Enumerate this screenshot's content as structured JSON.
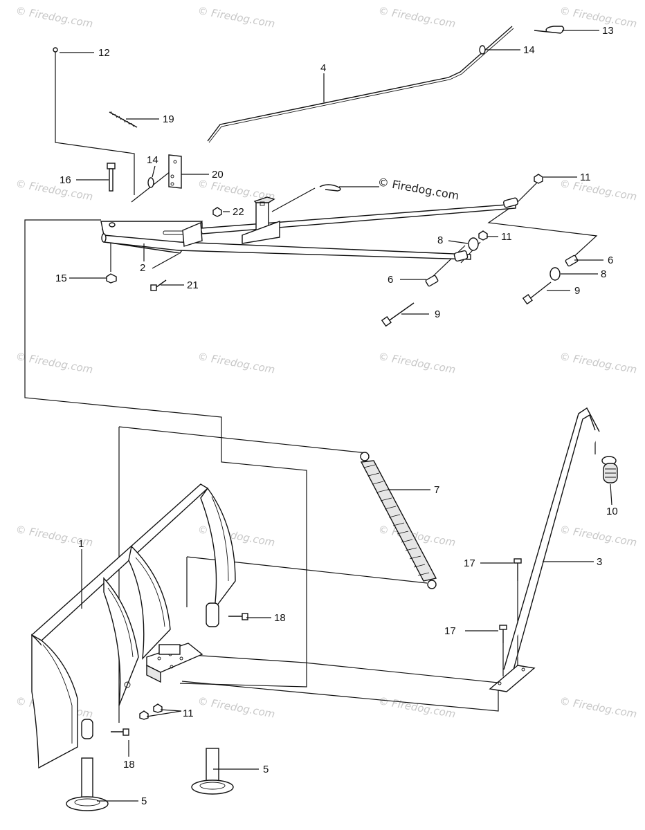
{
  "watermark": {
    "text": "© Firedog.com",
    "center_text": "© Firedog.com"
  },
  "callouts": [
    {
      "id": "c1",
      "label": "1"
    },
    {
      "id": "c2",
      "label": "2"
    },
    {
      "id": "c3",
      "label": "3"
    },
    {
      "id": "c4",
      "label": "4"
    },
    {
      "id": "c5a",
      "label": "5"
    },
    {
      "id": "c5b",
      "label": "5"
    },
    {
      "id": "c6a",
      "label": "6"
    },
    {
      "id": "c6b",
      "label": "6"
    },
    {
      "id": "c7",
      "label": "7"
    },
    {
      "id": "c8a",
      "label": "8"
    },
    {
      "id": "c8b",
      "label": "8"
    },
    {
      "id": "c9a",
      "label": "9"
    },
    {
      "id": "c9b",
      "label": "9"
    },
    {
      "id": "c10",
      "label": "10"
    },
    {
      "id": "c11a",
      "label": "11"
    },
    {
      "id": "c11b",
      "label": "11"
    },
    {
      "id": "c11c",
      "label": "11"
    },
    {
      "id": "c12",
      "label": "12"
    },
    {
      "id": "c13",
      "label": "13"
    },
    {
      "id": "c14a",
      "label": "14"
    },
    {
      "id": "c14b",
      "label": "14"
    },
    {
      "id": "c15",
      "label": "15"
    },
    {
      "id": "c16",
      "label": "16"
    },
    {
      "id": "c17a",
      "label": "17"
    },
    {
      "id": "c17b",
      "label": "17"
    },
    {
      "id": "c18a",
      "label": "18"
    },
    {
      "id": "c18b",
      "label": "18"
    },
    {
      "id": "c19",
      "label": "19"
    },
    {
      "id": "c20",
      "label": "20"
    },
    {
      "id": "c21",
      "label": "21"
    },
    {
      "id": "c22",
      "label": "22"
    }
  ]
}
